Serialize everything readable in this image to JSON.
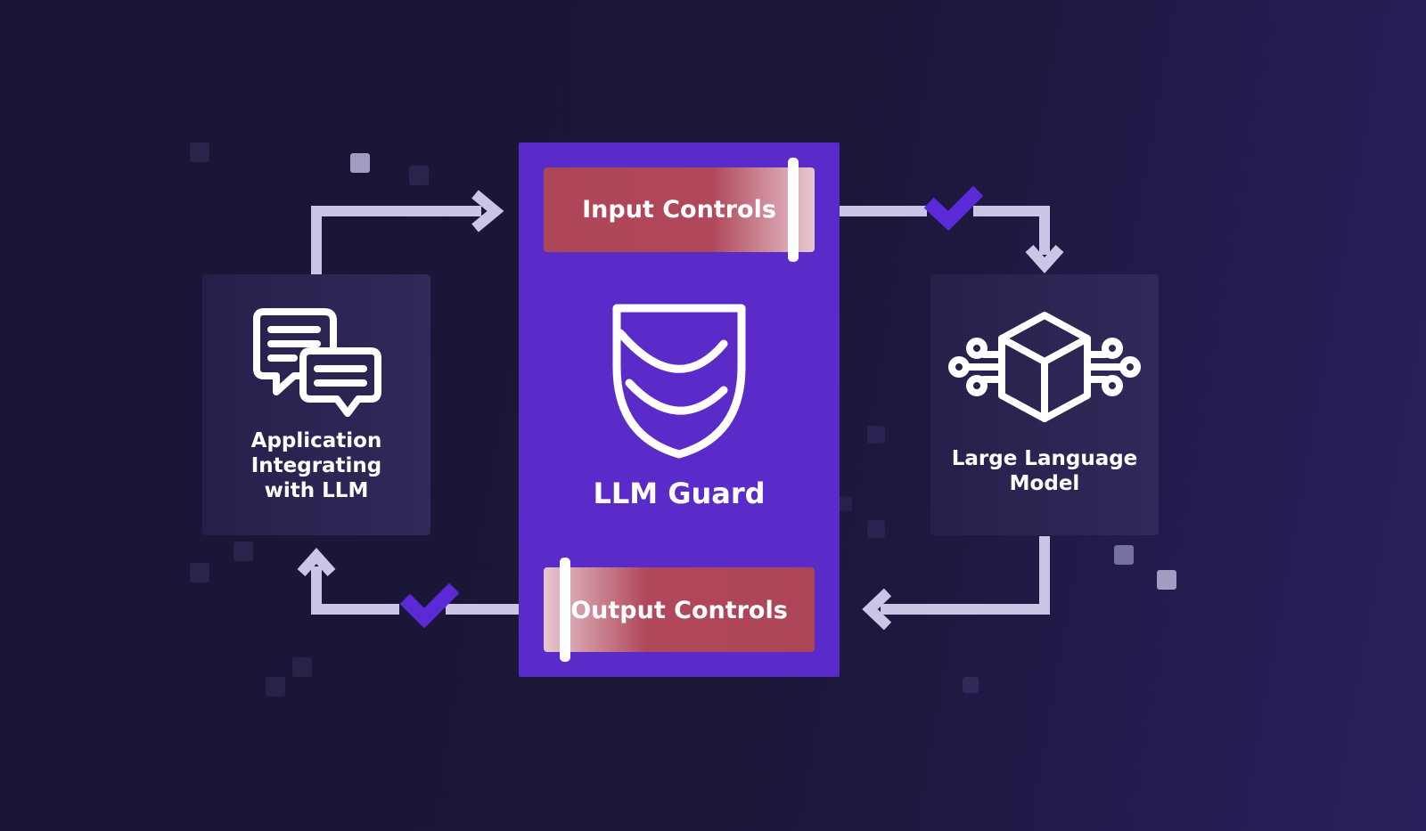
{
  "diagram": {
    "app_label": [
      "Application",
      "Integrating",
      "with LLM"
    ],
    "guard_title": "LLM Guard",
    "input_controls": "Input Controls",
    "output_controls": "Output Controls",
    "llm_label": [
      "Large Language",
      "Model"
    ]
  },
  "colors": {
    "guard_fill": "#5a2bc8",
    "control_fill": "#b0475a",
    "arrow": "#c9c6e6",
    "check": "#5b2ad6",
    "node_fill": "#2b2552"
  },
  "icons": {
    "app": "chat-bubbles-icon",
    "guard": "shield-icon",
    "llm": "cube-circuit-icon",
    "check": "checkmark-icon"
  }
}
